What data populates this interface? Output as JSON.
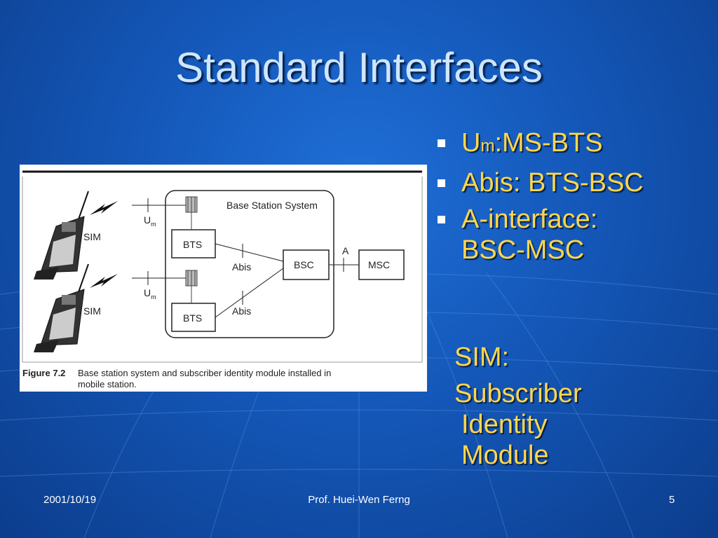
{
  "slide": {
    "title": "Standard Interfaces",
    "bullets": [
      {
        "main": "U",
        "sub": "m",
        "rest": ":MS-BTS"
      },
      {
        "text": "Abis: BTS-BSC"
      },
      {
        "line1": "A-interface:",
        "line2": "BSC-MSC"
      }
    ],
    "sim_note": {
      "line1": "SIM:",
      "line2": "Subscriber",
      "line3": "Identity",
      "line4": "Module"
    }
  },
  "figure": {
    "system_label": "Base Station System",
    "bts_label": "BTS",
    "bsc_label": "BSC",
    "msc_label": "MSC",
    "abis_label": "Abis",
    "a_label": "A",
    "um_main": "U",
    "um_sub": "m",
    "sim_label": "SIM",
    "caption_bold": "Figure 7.2",
    "caption_line1": "Base station system and subscriber identity module installed in",
    "caption_line2": "mobile station."
  },
  "footer": {
    "date": "2001/10/19",
    "author": "Prof. Huei-Wen Ferng",
    "page": "5"
  },
  "colors": {
    "background": "#1457b8",
    "title": "#cfe6ff",
    "bullet_text": "#ffd64d"
  }
}
